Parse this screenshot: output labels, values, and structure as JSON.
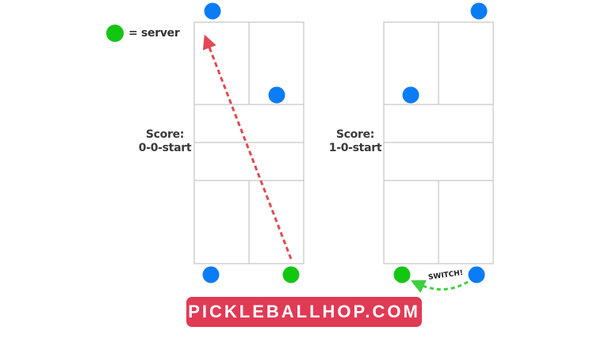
{
  "legend": {
    "label": "= server",
    "server_color": "#14c614"
  },
  "colors": {
    "receiver": "#0a7cf5",
    "server": "#14c614",
    "arrow": "#e04a55",
    "switch_arrow": "#3fcf3f",
    "court_line": "#c8c8c8",
    "banner": "#e03a55"
  },
  "diagrams": [
    {
      "score_label": "Score:",
      "score_value": "0-0-start"
    },
    {
      "score_label": "Score:",
      "score_value": "1-0-start",
      "switch_label": "SWITCH!"
    }
  ],
  "banner": {
    "text": "PICKLEBALLHOP.COM"
  }
}
